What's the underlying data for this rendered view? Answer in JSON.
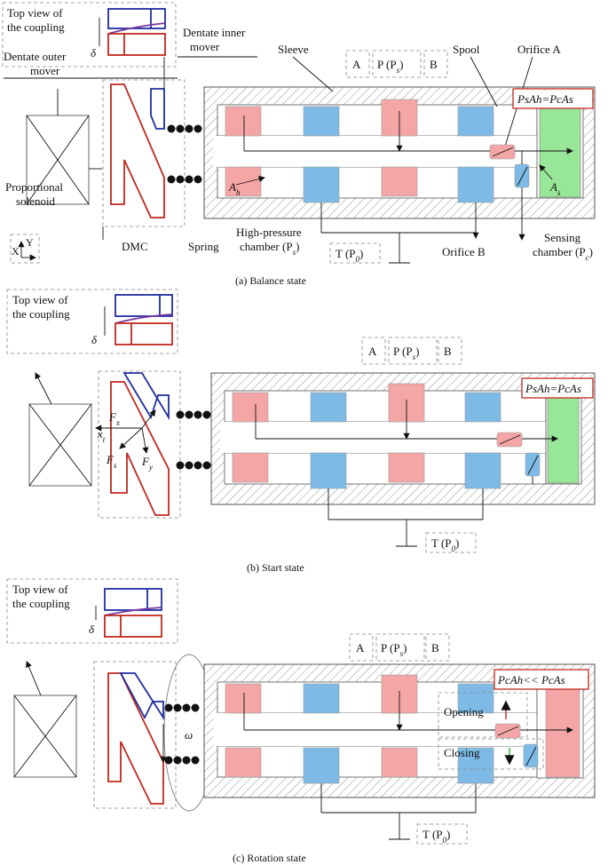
{
  "panel_a": {
    "top_view_label_1": "Top view of",
    "top_view_label_2": "the coupling",
    "delta": "δ",
    "dentate_inner_1": "Dentate inner",
    "dentate_inner_2": "mover",
    "dentate_outer_1": "Dentate outer",
    "dentate_outer_2": "mover",
    "sleeve": "Sleeve",
    "port_a": "A",
    "port_p": "P (P",
    "port_p_sub": "s",
    "port_p_close": ")",
    "port_b": "B",
    "spool": "Spool",
    "orifice_a": "Orifice A",
    "equation": "PsAh=PcAs",
    "ah": "A",
    "ah_sub": "h",
    "as": "A",
    "as_sub": "s",
    "prop_solenoid_1": "Proportional",
    "prop_solenoid_2": "solenoid",
    "dmc": "DMC",
    "spring": "Spring",
    "hp_chamber_1": "High-pressure",
    "hp_chamber_2": "chamber (P",
    "hp_chamber_sub": "s",
    "hp_chamber_close": ")",
    "tank": "T (P",
    "tank_sub": "0",
    "tank_close": ")",
    "orifice_b": "Orifice B",
    "sensing_1": "Sensing",
    "sensing_2": "chamber (P",
    "sensing_sub": "c",
    "sensing_close": ")",
    "axis_x": "X",
    "axis_y": "Y",
    "caption": "(a)    Balance state"
  },
  "panel_b": {
    "top_view_label_1": "Top view of",
    "top_view_label_2": "the coupling",
    "delta": "δ",
    "port_a": "A",
    "port_p": "P (P",
    "port_p_sub": "s",
    "port_p_close": ")",
    "port_b": "B",
    "equation": "PsAh=PcAs",
    "fx": "F",
    "fx_sub": "x",
    "xt": "x",
    "xt_sub": "t",
    "fs": "F",
    "fs_sub": "s",
    "fy": "F",
    "fy_sub": "y",
    "tank": "T (P",
    "tank_sub": "0",
    "tank_close": ")",
    "caption": "(b)    Start state"
  },
  "panel_c": {
    "top_view_label_1": "Top view of",
    "top_view_label_2": "the coupling",
    "delta": "δ",
    "port_a": "A",
    "port_p": "P (P",
    "port_p_sub": "s",
    "port_p_close": ")",
    "port_b": "B",
    "equation": "PcAh<< PcAs",
    "omega": "ω",
    "opening": "Opening",
    "closing": "Closing",
    "tank": "T (P",
    "tank_sub": "0",
    "tank_close": ")",
    "caption": "(c)    Rotation state"
  },
  "colors": {
    "high_pressure": "#f4a6a6",
    "low_pressure": "#7dbbe6",
    "sensing": "#98e698",
    "red_mover": "#c0281e",
    "blue_mover": "#1f2ea0"
  }
}
